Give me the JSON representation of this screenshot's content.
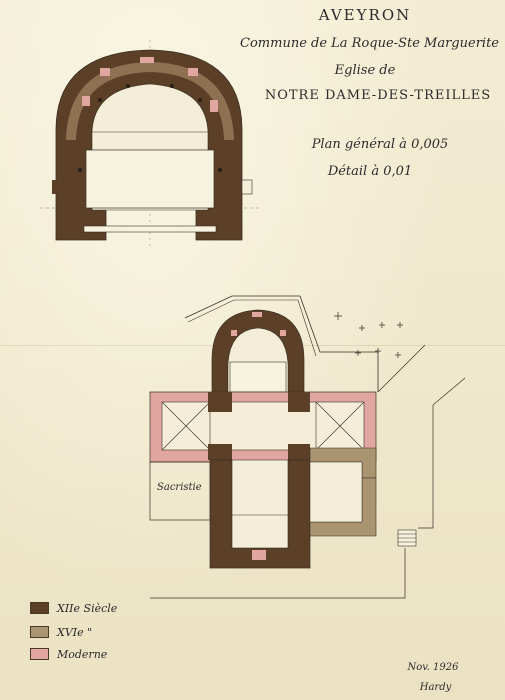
{
  "header": {
    "department": "AVEYRON",
    "commune": "Commune de La Roque-Ste Marguerite",
    "church_prefix": "Eglise de",
    "church_name": "NOTRE DAME-DES-TREILLES"
  },
  "scales": {
    "general": "Plan général à 0,005",
    "detail": "Détail à 0,01"
  },
  "plan_labels": {
    "sacristy": "Sacristie"
  },
  "legend": [
    {
      "label": "XIIe Siècle",
      "color": "#5b4027"
    },
    {
      "label": "XVIe \"",
      "color": "#ab9470"
    },
    {
      "label": "Moderne",
      "color": "#e2a6a1"
    }
  ],
  "footer": {
    "date": "Nov. 1926",
    "signature": "Hardy"
  },
  "colors": {
    "paper": "#f1ead0",
    "xii": "#5b4027",
    "xvi": "#ab9470",
    "modern": "#e2a6a1",
    "line": "#3a3026"
  }
}
